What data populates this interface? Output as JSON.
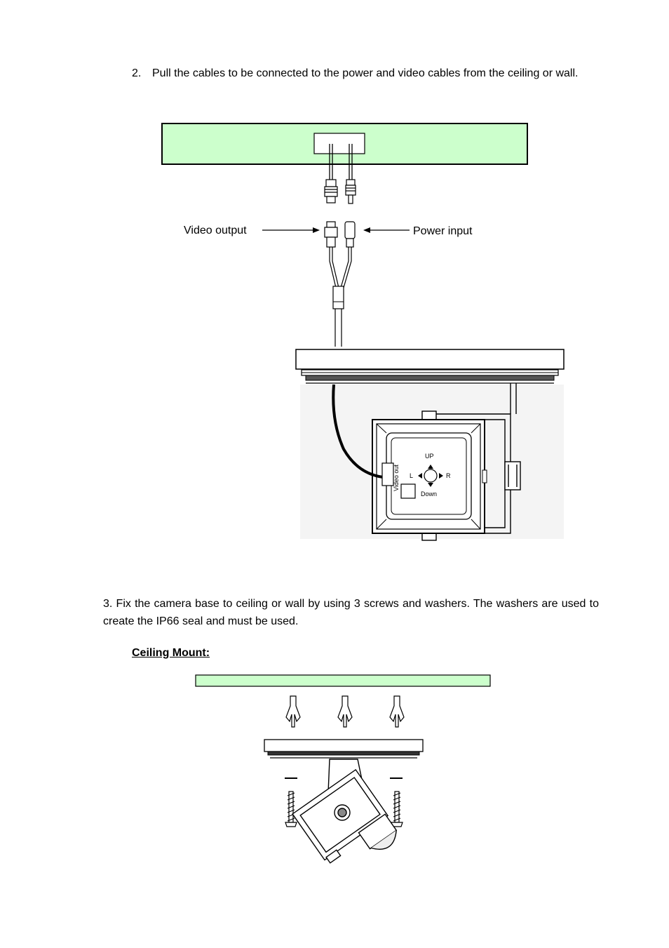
{
  "step2": {
    "number": "2.",
    "text": "Pull the cables to be connected to the power and video cables from the ceiling or wall."
  },
  "diagram1": {
    "video_output_label": "Video output",
    "power_input_label": "Power input",
    "camera_port_label": "Video out",
    "joystick": {
      "up": "UP",
      "down": "Down",
      "left": "L",
      "right": "R"
    },
    "ceiling_color": "#ccffcc"
  },
  "step3": {
    "text": "3. Fix the camera base to ceiling or wall by using 3 screws and washers. The washers are used to create the IP66 seal and must be used."
  },
  "ceiling_mount": {
    "heading": "Ceiling Mount:"
  }
}
